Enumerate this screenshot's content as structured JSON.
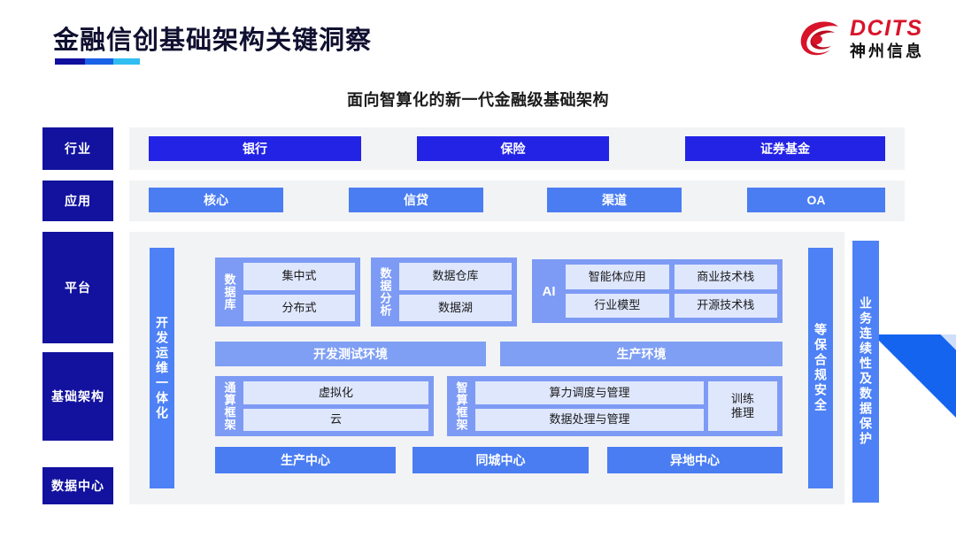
{
  "header": {
    "title": "金融信创基础架构关键洞察",
    "subtitle": "面向智算化的新一代金融级基础架构",
    "logo": {
      "en": "DCITS",
      "cn": "神州信息",
      "mark": "dcits-swirl-icon"
    }
  },
  "rail": {
    "industry": "行业",
    "application": "应用",
    "platform": "平台",
    "infrastructure": "基础架构",
    "datacenter": "数据中心"
  },
  "industry_row": [
    "银行",
    "保险",
    "证券基金"
  ],
  "application_row": [
    "核心",
    "信贷",
    "渠道",
    "OA"
  ],
  "left_column": "开发运维一体化",
  "platform": {
    "database": {
      "label": "数据库",
      "items": [
        "集中式",
        "分布式"
      ]
    },
    "analytics": {
      "label": "数据分析",
      "items": [
        "数据仓库",
        "数据湖"
      ]
    },
    "ai": {
      "label": "AI",
      "items": [
        "智能体应用",
        "商业技术栈",
        "行业模型",
        "开源技术栈"
      ]
    },
    "environments": [
      "开发测试环境",
      "生产环境"
    ]
  },
  "infrastructure": {
    "general_compute": {
      "label": "通算框架",
      "items": [
        "虚拟化",
        "云"
      ]
    },
    "intelligent_compute": {
      "label": "智算框架",
      "items": [
        "算力调度与管理",
        "数据处理与管理"
      ]
    },
    "training": "训练\n推理"
  },
  "datacenter_row": [
    "生产中心",
    "同城中心",
    "异地中心"
  ],
  "right_columns": {
    "compliance": "等保合规安全",
    "continuity": "业务连续性及数据保护"
  },
  "colors": {
    "navy": "#12129e",
    "industry_blue": "#2323e6",
    "app_blue": "#4a7df2",
    "group_blue": "#7d9bf5",
    "inner_lavender": "#dfe7fd",
    "card_gray": "#f2f3f5",
    "brand_red": "#d8142a"
  }
}
